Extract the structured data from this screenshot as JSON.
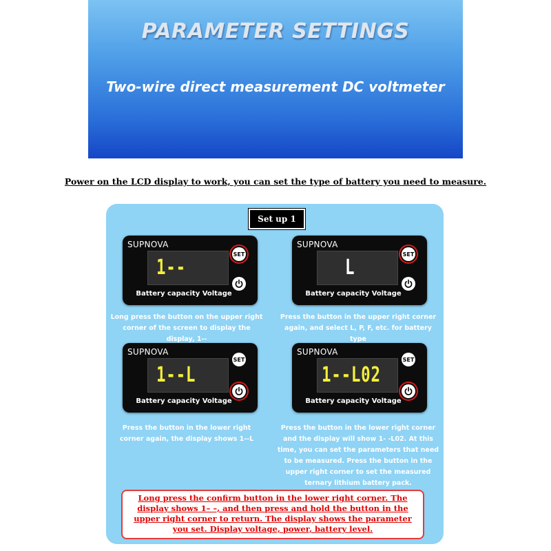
{
  "banner": {
    "title": "PARAMETER SETTINGS",
    "subtitle": "Two-wire direct measurement DC voltmeter"
  },
  "intro": "Power on the LCD display to work, you can set the type of battery you need to measure.",
  "setup_label": "Set up 1",
  "devices": [
    {
      "brand": "SUPNOVA",
      "lcd": "1--",
      "lcd_color": "#f3ef3a",
      "caption": "Battery capacity Voltage",
      "set_label": "SET",
      "highlight": "set"
    },
    {
      "brand": "SUPNOVA",
      "lcd": "L",
      "lcd_color": "#ffffff",
      "caption": "Battery capacity Voltage",
      "set_label": "SET",
      "highlight": "set"
    },
    {
      "brand": "SUPNOVA",
      "lcd": "1--L",
      "lcd_color": "#f3ef3a",
      "caption": "Battery capacity Voltage",
      "set_label": "SET",
      "highlight": "power"
    },
    {
      "brand": "SUPNOVA",
      "lcd": "1--L02",
      "lcd_color": "#f3ef3a",
      "caption": "Battery capacity Voltage",
      "set_label": "SET",
      "highlight": "power"
    }
  ],
  "notes": [
    "Long press the button on the upper right corner of the screen to display the display, 1--",
    "Press the button in the upper right corner again, and select L, P, F, etc. for battery type",
    "Press the button in the lower right corner again, the display shows 1--L",
    "Press the button in the lower right corner and the display will show 1- -L02. At this time, you can set the parameters that need to be measured. Press the button in the upper right corner to set the measured ternary lithium battery pack."
  ],
  "final_note": "Long press the confirm button in the lower right corner. The display shows 1– –, and then press and hold the button in the upper right corner to return. The display shows the parameter you set. Display voltage, power, battery level.",
  "colors": {
    "banner_top": "#7cc3f3",
    "banner_bottom": "#1546c7",
    "panel": "#8fd3f5",
    "highlight_ring": "#d61c1c",
    "lcd_yellow": "#f3ef3a",
    "final_text": "#e00000"
  },
  "icons": [
    "power-icon"
  ]
}
